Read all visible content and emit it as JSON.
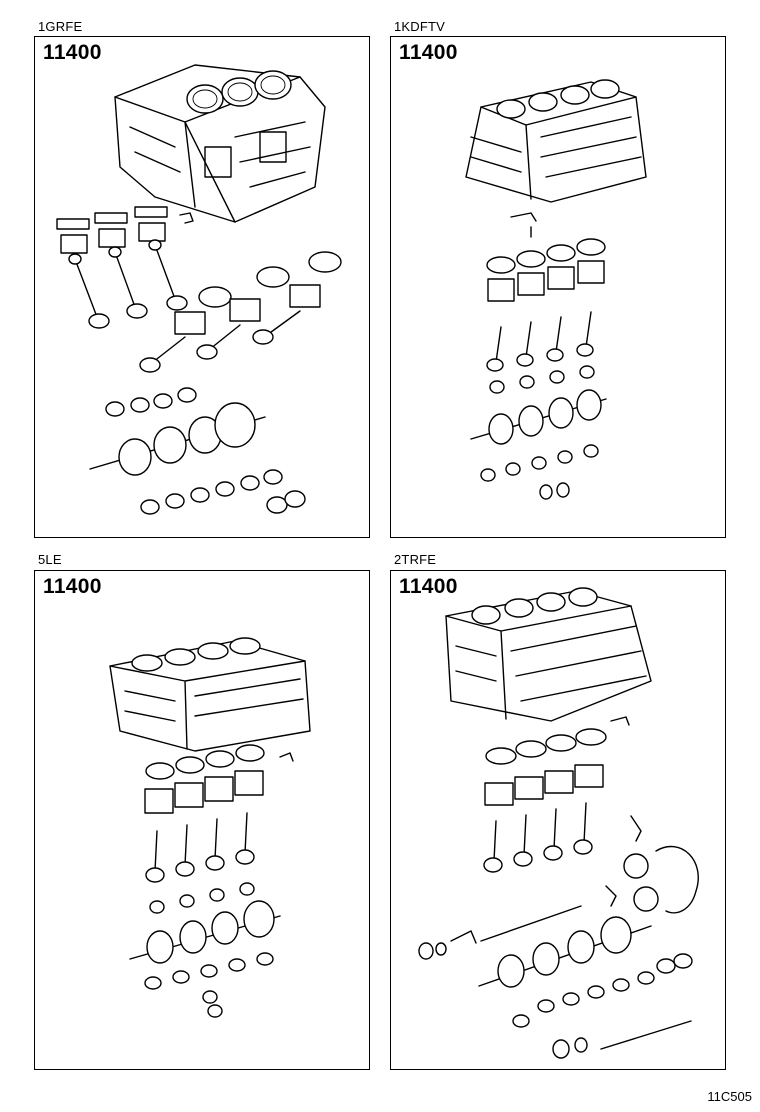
{
  "panels": [
    {
      "engine": "1GRFE",
      "part_number": "11400"
    },
    {
      "engine": "1KDFTV",
      "part_number": "11400"
    },
    {
      "engine": "5LE",
      "part_number": "11400"
    },
    {
      "engine": "2TRFE",
      "part_number": "11400"
    }
  ],
  "catalog_code": "11C505"
}
